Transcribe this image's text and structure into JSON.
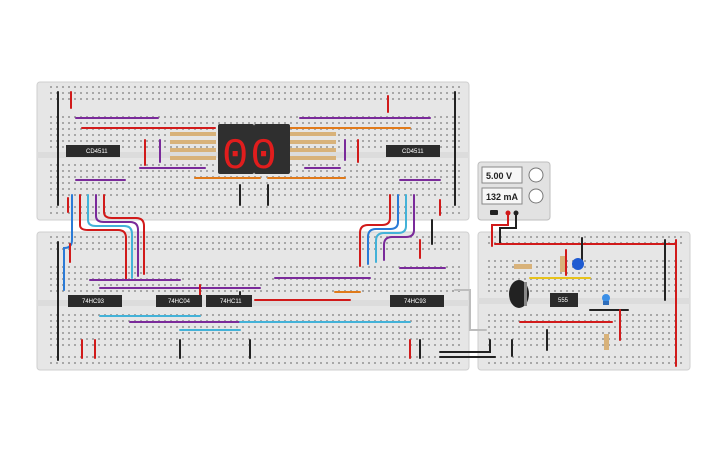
{
  "display": {
    "digits": "00",
    "color": "#e11d1d"
  },
  "chips": {
    "top_left": "CD4511",
    "top_right": "CD4511",
    "bottom_1": "74HC93",
    "bottom_2": "74HC04",
    "bottom_3": "74HC11",
    "bottom_4": "74HC93",
    "timer": "555"
  },
  "power_supply": {
    "voltage": "5.00 V",
    "current": "132 mA"
  },
  "colors": {
    "wire_red": "#d11a1a",
    "wire_black": "#222222",
    "wire_purple": "#7a2a9a",
    "wire_orange": "#e07a1a",
    "wire_blue": "#2a7ad6",
    "wire_cyan": "#43b2d8",
    "wire_yellow": "#e7c21a",
    "wire_gray": "#9a9a9a",
    "led_blue": "#3a8ee6"
  }
}
